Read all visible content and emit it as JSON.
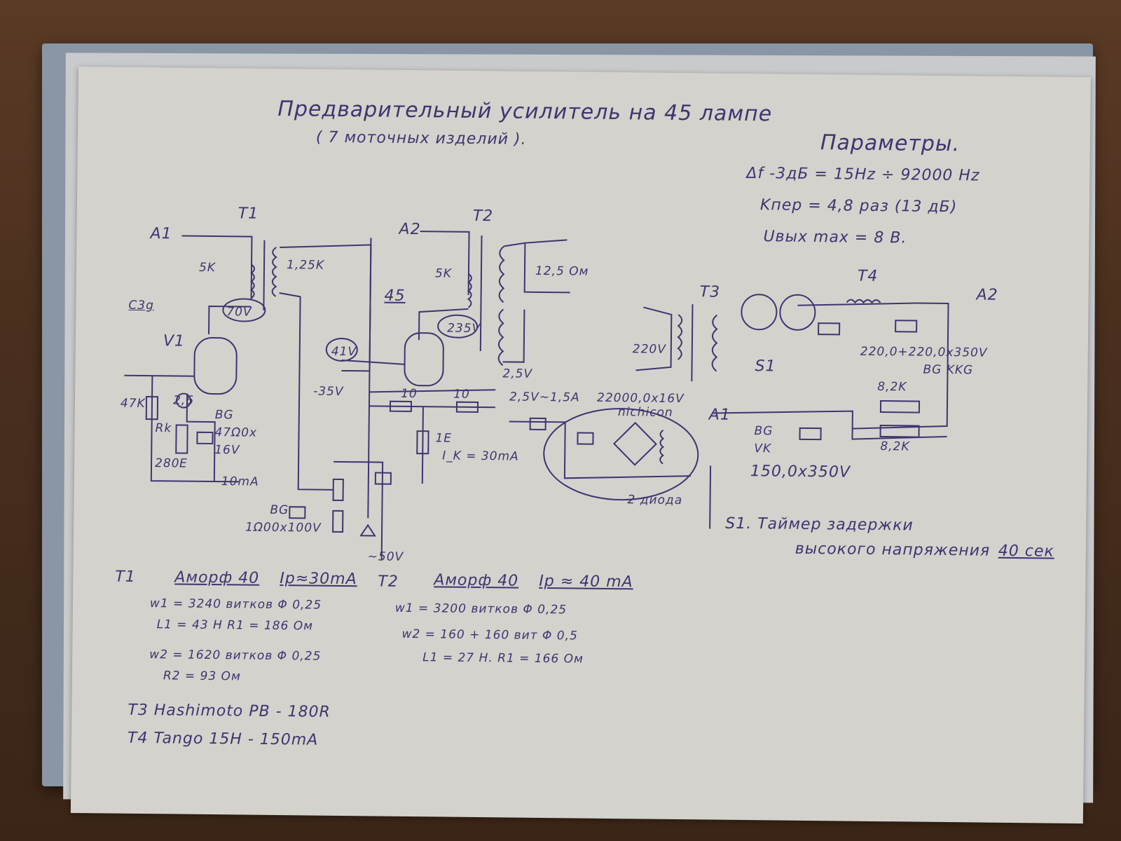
{
  "title": {
    "line1": "Предварительный усилитель на 45 лампе",
    "line2": "( 7 моточных изделий )."
  },
  "params": {
    "heading": "Параметры.",
    "bandwidth": "Δf -3дБ = 15Hz ÷ 92000 Hz",
    "gain": "Kпер = 4,8 раз (13 дБ)",
    "uout": "Uвых max = 8 В."
  },
  "schematic": {
    "a1_left": "A1",
    "a2_mid": "A2",
    "a1_right": "A1",
    "a2_right": "A2",
    "t1": "T1",
    "t2": "T2",
    "t3": "T3",
    "t4": "T4",
    "t1_5k": "5K",
    "t1_125k": "1,25K",
    "t2_5k": "5K",
    "t2_125": "12,5 Ом",
    "c3g": "C3g",
    "v70": "70V",
    "v1": "V1",
    "v45": "45",
    "v235": "235V",
    "v41": "41V",
    "v25": "2,5V",
    "vm35": "-35V",
    "r10a": "10",
    "r10b": "10",
    "r47k": "47K",
    "v26": "2,6",
    "rk": "Rk",
    "bg_left": "BG",
    "c470": "47Ω0x",
    "c16v": "16V",
    "r280": "280",
    "e1": "E",
    "ma10": "10mA",
    "bg_bottom": "BG",
    "c1000": "1Ω00x100V",
    "vm50": "~50V",
    "r1e": "1E",
    "ik": "I_K = 30mA",
    "heater": "2,5V~1,5A",
    "c22000": "22000,0x16V",
    "nichicon": "nichicon",
    "diodes": "2 диода",
    "v220": "220V",
    "s1": "S1",
    "c220": "220,0+220,0x350V",
    "bg_kkg": "BG KKG",
    "r82a": "8,2K",
    "r82b": "8,2K",
    "bg_vk": "BG",
    "vk": "VK",
    "c150": "150,0x350V"
  },
  "notes": {
    "s1_line1": "S1. Таймер задержки",
    "s1_line2": "высокого напряжения",
    "s1_time": "40 сек",
    "t1_title": "T1",
    "t1_core": "Аморф 40",
    "t1_ip": "Ip≈30mA",
    "t1_w1": "w1 = 3240 витков Φ 0,25",
    "t1_l1": "L1 = 43 H  R1 = 186 Ом",
    "t1_w2": "w2 = 1620 витков Φ 0,25",
    "t1_r2": "R2 = 93 Ом",
    "t2_title": "T2",
    "t2_core": "Аморф 40",
    "t2_ip": "Ip ≈ 40 mA",
    "t2_w1": "w1 = 3200 витков Φ 0,25",
    "t2_w2": "w2 = 160 + 160 вит Φ 0,5",
    "t2_l1": "L1 = 27 H.  R1 = 166 Ом",
    "t3_line": "T3    Hashimoto   PB - 180R",
    "t4_line": "T4    Tango   15H - 150mA"
  }
}
